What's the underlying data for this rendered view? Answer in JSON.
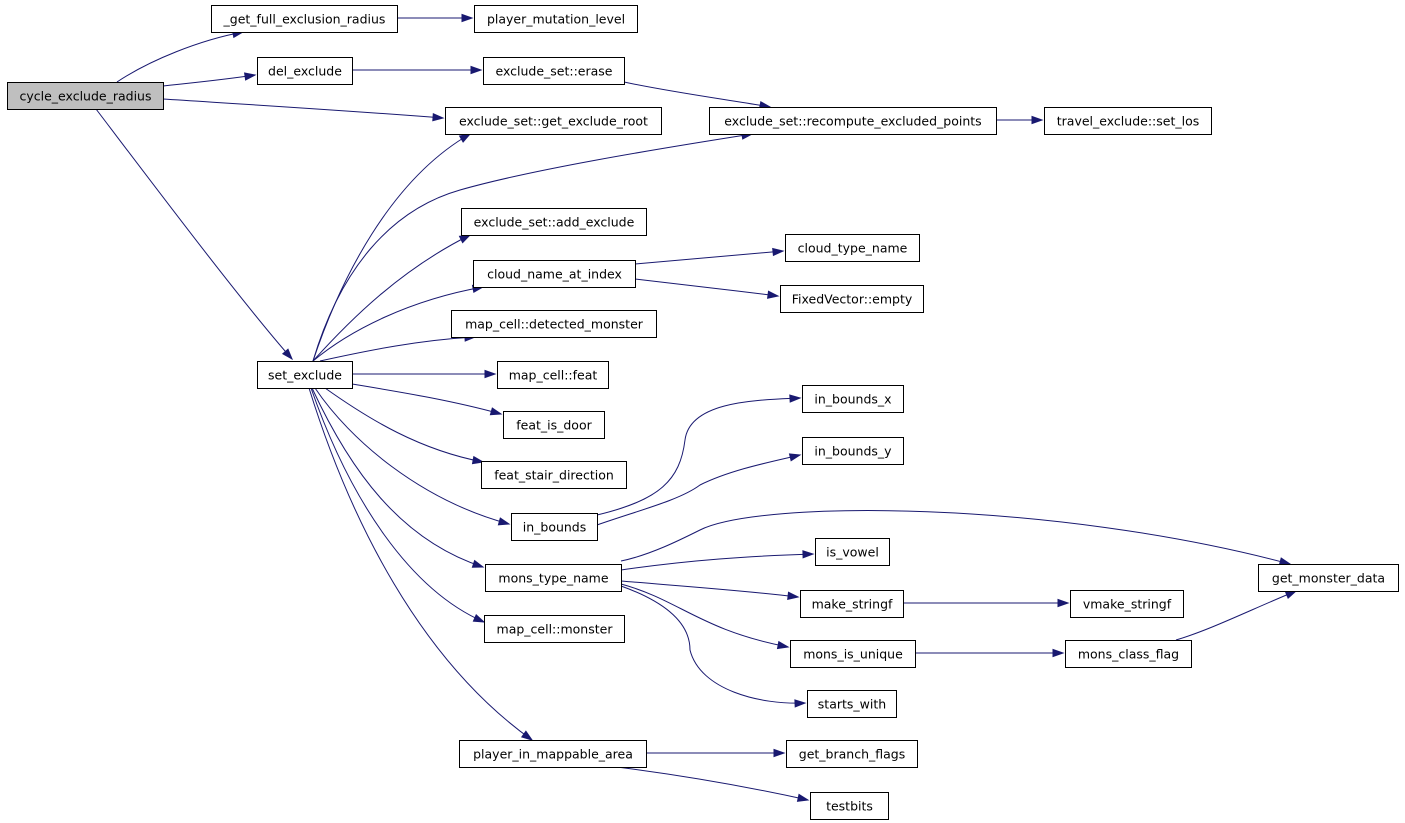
{
  "colors": {
    "edge": "#191970",
    "root_fill": "#bfbfbf",
    "node_fill": "#ffffff",
    "node_border": "#000000"
  },
  "nodes": [
    {
      "id": "cycle_exclude_radius",
      "label": "cycle_exclude_radius",
      "root": true
    },
    {
      "id": "get_full_exclusion_radius",
      "label": "_get_full_exclusion_radius"
    },
    {
      "id": "player_mutation_level",
      "label": "player_mutation_level"
    },
    {
      "id": "del_exclude",
      "label": "del_exclude"
    },
    {
      "id": "exclude_set_erase",
      "label": "exclude_set::erase"
    },
    {
      "id": "exclude_set_get_exclude_root",
      "label": "exclude_set::get_exclude_root"
    },
    {
      "id": "exclude_set_recompute_excluded_points",
      "label": "exclude_set::recompute_excluded_points"
    },
    {
      "id": "travel_exclude_set_los",
      "label": "travel_exclude::set_los"
    },
    {
      "id": "exclude_set_add_exclude",
      "label": "exclude_set::add_exclude"
    },
    {
      "id": "cloud_name_at_index",
      "label": "cloud_name_at_index"
    },
    {
      "id": "cloud_type_name",
      "label": "cloud_type_name"
    },
    {
      "id": "fixedvector_empty",
      "label": "FixedVector::empty"
    },
    {
      "id": "map_cell_detected_monster",
      "label": "map_cell::detected_monster"
    },
    {
      "id": "set_exclude",
      "label": "set_exclude"
    },
    {
      "id": "map_cell_feat",
      "label": "map_cell::feat"
    },
    {
      "id": "feat_is_door",
      "label": "feat_is_door"
    },
    {
      "id": "feat_stair_direction",
      "label": "feat_stair_direction"
    },
    {
      "id": "in_bounds_x",
      "label": "in_bounds_x"
    },
    {
      "id": "in_bounds_y",
      "label": "in_bounds_y"
    },
    {
      "id": "in_bounds",
      "label": "in_bounds"
    },
    {
      "id": "is_vowel",
      "label": "is_vowel"
    },
    {
      "id": "mons_type_name",
      "label": "mons_type_name"
    },
    {
      "id": "get_monster_data",
      "label": "get_monster_data"
    },
    {
      "id": "make_stringf",
      "label": "make_stringf"
    },
    {
      "id": "vmake_stringf",
      "label": "vmake_stringf"
    },
    {
      "id": "map_cell_monster",
      "label": "map_cell::monster"
    },
    {
      "id": "mons_is_unique",
      "label": "mons_is_unique"
    },
    {
      "id": "mons_class_flag",
      "label": "mons_class_flag"
    },
    {
      "id": "starts_with",
      "label": "starts_with"
    },
    {
      "id": "player_in_mappable_area",
      "label": "player_in_mappable_area"
    },
    {
      "id": "get_branch_flags",
      "label": "get_branch_flags"
    },
    {
      "id": "testbits",
      "label": "testbits"
    }
  ],
  "edges": [
    {
      "from": "cycle_exclude_radius",
      "to": "get_full_exclusion_radius"
    },
    {
      "from": "cycle_exclude_radius",
      "to": "del_exclude"
    },
    {
      "from": "cycle_exclude_radius",
      "to": "exclude_set_get_exclude_root"
    },
    {
      "from": "cycle_exclude_radius",
      "to": "set_exclude"
    },
    {
      "from": "get_full_exclusion_radius",
      "to": "player_mutation_level"
    },
    {
      "from": "del_exclude",
      "to": "exclude_set_erase"
    },
    {
      "from": "exclude_set_erase",
      "to": "exclude_set_recompute_excluded_points"
    },
    {
      "from": "exclude_set_recompute_excluded_points",
      "to": "travel_exclude_set_los"
    },
    {
      "from": "set_exclude",
      "to": "exclude_set_get_exclude_root"
    },
    {
      "from": "set_exclude",
      "to": "exclude_set_recompute_excluded_points"
    },
    {
      "from": "set_exclude",
      "to": "exclude_set_add_exclude"
    },
    {
      "from": "set_exclude",
      "to": "cloud_name_at_index"
    },
    {
      "from": "set_exclude",
      "to": "map_cell_detected_monster"
    },
    {
      "from": "set_exclude",
      "to": "map_cell_feat"
    },
    {
      "from": "set_exclude",
      "to": "feat_is_door"
    },
    {
      "from": "set_exclude",
      "to": "feat_stair_direction"
    },
    {
      "from": "set_exclude",
      "to": "in_bounds"
    },
    {
      "from": "set_exclude",
      "to": "mons_type_name"
    },
    {
      "from": "set_exclude",
      "to": "map_cell_monster"
    },
    {
      "from": "set_exclude",
      "to": "player_in_mappable_area"
    },
    {
      "from": "cloud_name_at_index",
      "to": "cloud_type_name"
    },
    {
      "from": "cloud_name_at_index",
      "to": "fixedvector_empty"
    },
    {
      "from": "in_bounds",
      "to": "in_bounds_x"
    },
    {
      "from": "in_bounds",
      "to": "in_bounds_y"
    },
    {
      "from": "mons_type_name",
      "to": "get_monster_data"
    },
    {
      "from": "mons_type_name",
      "to": "is_vowel"
    },
    {
      "from": "mons_type_name",
      "to": "make_stringf"
    },
    {
      "from": "mons_type_name",
      "to": "mons_is_unique"
    },
    {
      "from": "mons_type_name",
      "to": "starts_with"
    },
    {
      "from": "make_stringf",
      "to": "vmake_stringf"
    },
    {
      "from": "mons_is_unique",
      "to": "mons_class_flag"
    },
    {
      "from": "mons_class_flag",
      "to": "get_monster_data"
    },
    {
      "from": "player_in_mappable_area",
      "to": "get_branch_flags"
    },
    {
      "from": "player_in_mappable_area",
      "to": "testbits"
    }
  ]
}
